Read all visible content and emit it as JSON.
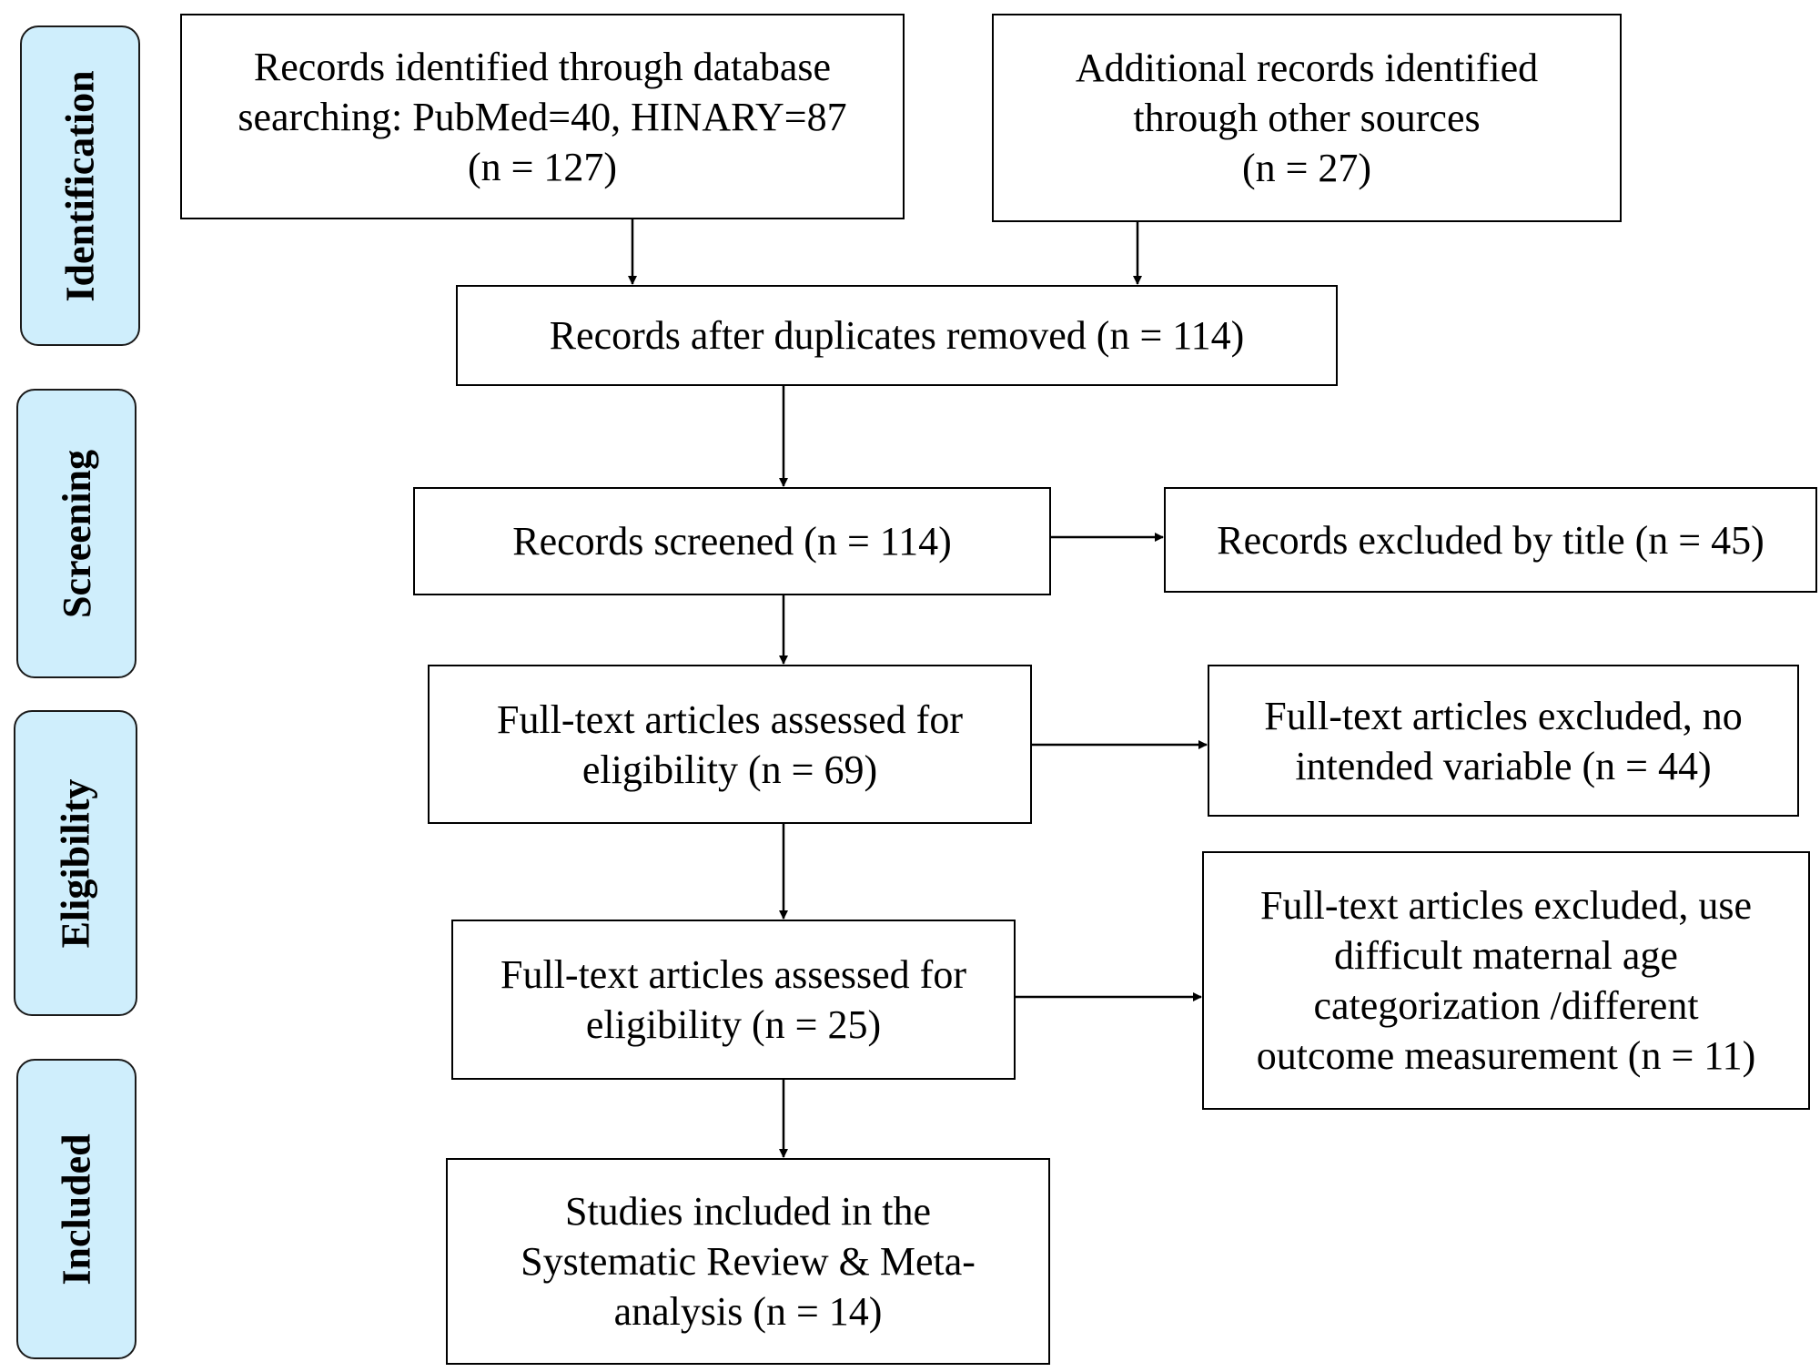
{
  "stages": [
    {
      "id": "identification",
      "label": "Identification"
    },
    {
      "id": "screening",
      "label": "Screening"
    },
    {
      "id": "eligibility",
      "label": "Eligibility"
    },
    {
      "id": "included",
      "label": "Included"
    }
  ],
  "boxes": {
    "database_search": "Records identified through database\nsearching:  PubMed=40, HINARY=87\n(n = 127)",
    "other_sources": "Additional records identified\nthrough other sources\n(n = 27)",
    "duplicates_removed": "Records after duplicates removed (n = 114)",
    "screened": "Records screened (n = 114)",
    "excluded_title": "Records excluded by title (n = 45)",
    "fulltext_assessed_1": "Full-text articles assessed for\neligibility  (n = 69)",
    "excluded_no_variable": "Full-text articles excluded, no\nintended variable (n = 44)",
    "fulltext_assessed_2": "Full-text articles assessed for\neligibility  (n = 25)",
    "excluded_age_outcome": "Full-text articles excluded, use\ndifficult maternal age\ncategorization /different\noutcome measurement  (n = 11)",
    "included": "Studies included in the\nSystematic Review & Meta-\nanalysis  (n = 14)"
  }
}
